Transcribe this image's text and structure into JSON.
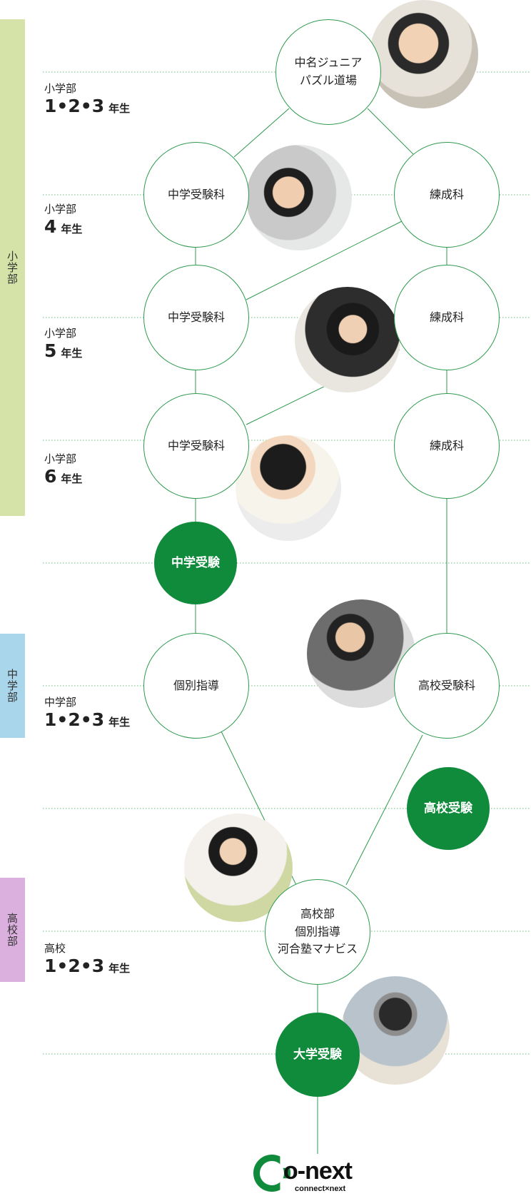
{
  "colors": {
    "primary_green": "#108a3b",
    "outline_green": "#2e9a4d",
    "dotted_line": "#6cbf7f",
    "elementary_band": "#d6e3a8",
    "junior_band": "#a9d6ea",
    "senior_band": "#dbb0df"
  },
  "departments": [
    {
      "id": "elementary",
      "label": "小学部"
    },
    {
      "id": "junior",
      "label": "中学部"
    },
    {
      "id": "senior",
      "label": "高校部"
    }
  ],
  "grades": [
    {
      "dept": "小学部",
      "num": "1•2•3",
      "suffix": "年生"
    },
    {
      "dept": "小学部",
      "num": "4",
      "suffix": "年生"
    },
    {
      "dept": "小学部",
      "num": "5",
      "suffix": "年生"
    },
    {
      "dept": "小学部",
      "num": "6",
      "suffix": "年生"
    },
    {
      "dept": "中学部",
      "num": "1•2•3",
      "suffix": "年生"
    },
    {
      "dept": "高校",
      "num": "1•2•3",
      "suffix": "年生"
    }
  ],
  "nodes": {
    "puzzle": "中名ジュニア\nパズル道場",
    "chugaku_juken_ka_4": "中学受験科",
    "rensei_4": "練成科",
    "chugaku_juken_ka_5": "中学受験科",
    "rensei_5": "練成科",
    "chugaku_juken_ka_6": "中学受験科",
    "rensei_6": "練成科",
    "chugaku_juken": "中学受験",
    "kobetsu_shido": "個別指導",
    "koko_juken_ka": "高校受験科",
    "koko_juken": "高校受験",
    "kokobu": "高校部\n個別指導\n河合塾マナビス",
    "daigaku_juken": "大学受験"
  },
  "logo": {
    "word": "o-next",
    "tagline": "connect×next"
  }
}
